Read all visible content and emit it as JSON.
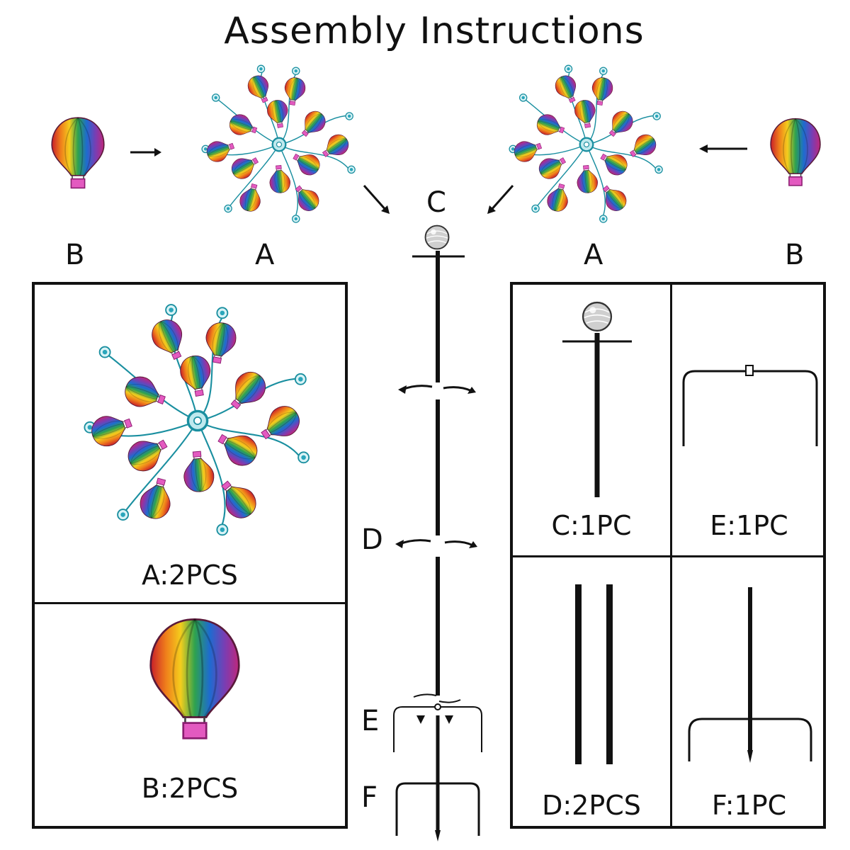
{
  "title": "Assembly Instructions",
  "labels": {
    "c_top": "C",
    "b_left": "B",
    "a_left": "A",
    "a_right": "A",
    "b_right": "B",
    "d_side": "D",
    "e_side": "E",
    "f_side": "F"
  },
  "parts": [
    {
      "caption": "A:2PCS"
    },
    {
      "caption": "B:2PCS"
    },
    {
      "caption": "C:1PC"
    },
    {
      "caption": "E:1PC"
    },
    {
      "caption": "D:2PCS"
    },
    {
      "caption": "F:1PC"
    }
  ],
  "colors": {
    "rainbow": [
      "#d8202a",
      "#f08a1c",
      "#f5d21e",
      "#2ea44f",
      "#1f6fd1",
      "#7b3fb5"
    ],
    "spiral": "#1a8fa0",
    "line": "#111111",
    "basket": "#d12aa0"
  }
}
